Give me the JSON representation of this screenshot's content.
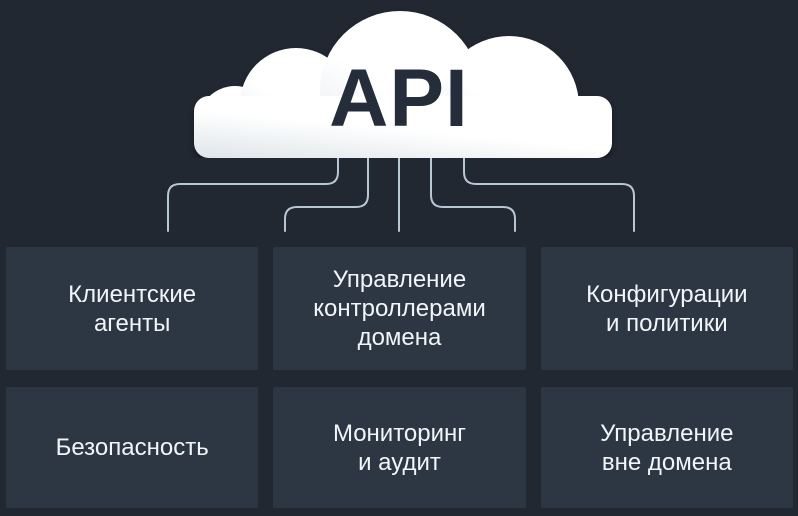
{
  "colors": {
    "background": "#212831",
    "box_fill": "#2d3744",
    "box_text": "#f2f5f8",
    "connector": "#b7c7d5",
    "cloud_gradient_from": "#dfe5ea",
    "cloud_gradient_to": "#ffffff",
    "api_text": "#242d39"
  },
  "cloud": {
    "label": "API"
  },
  "boxes": [
    {
      "label": "Клиентские\nагенты"
    },
    {
      "label": "Управление\nконтроллерами\nдомена"
    },
    {
      "label": "Конфигурации\nи политики"
    },
    {
      "label": "Безопасность"
    },
    {
      "label": "Мониторинг\nи аудит"
    },
    {
      "label": "Управление\nвне домена"
    }
  ]
}
